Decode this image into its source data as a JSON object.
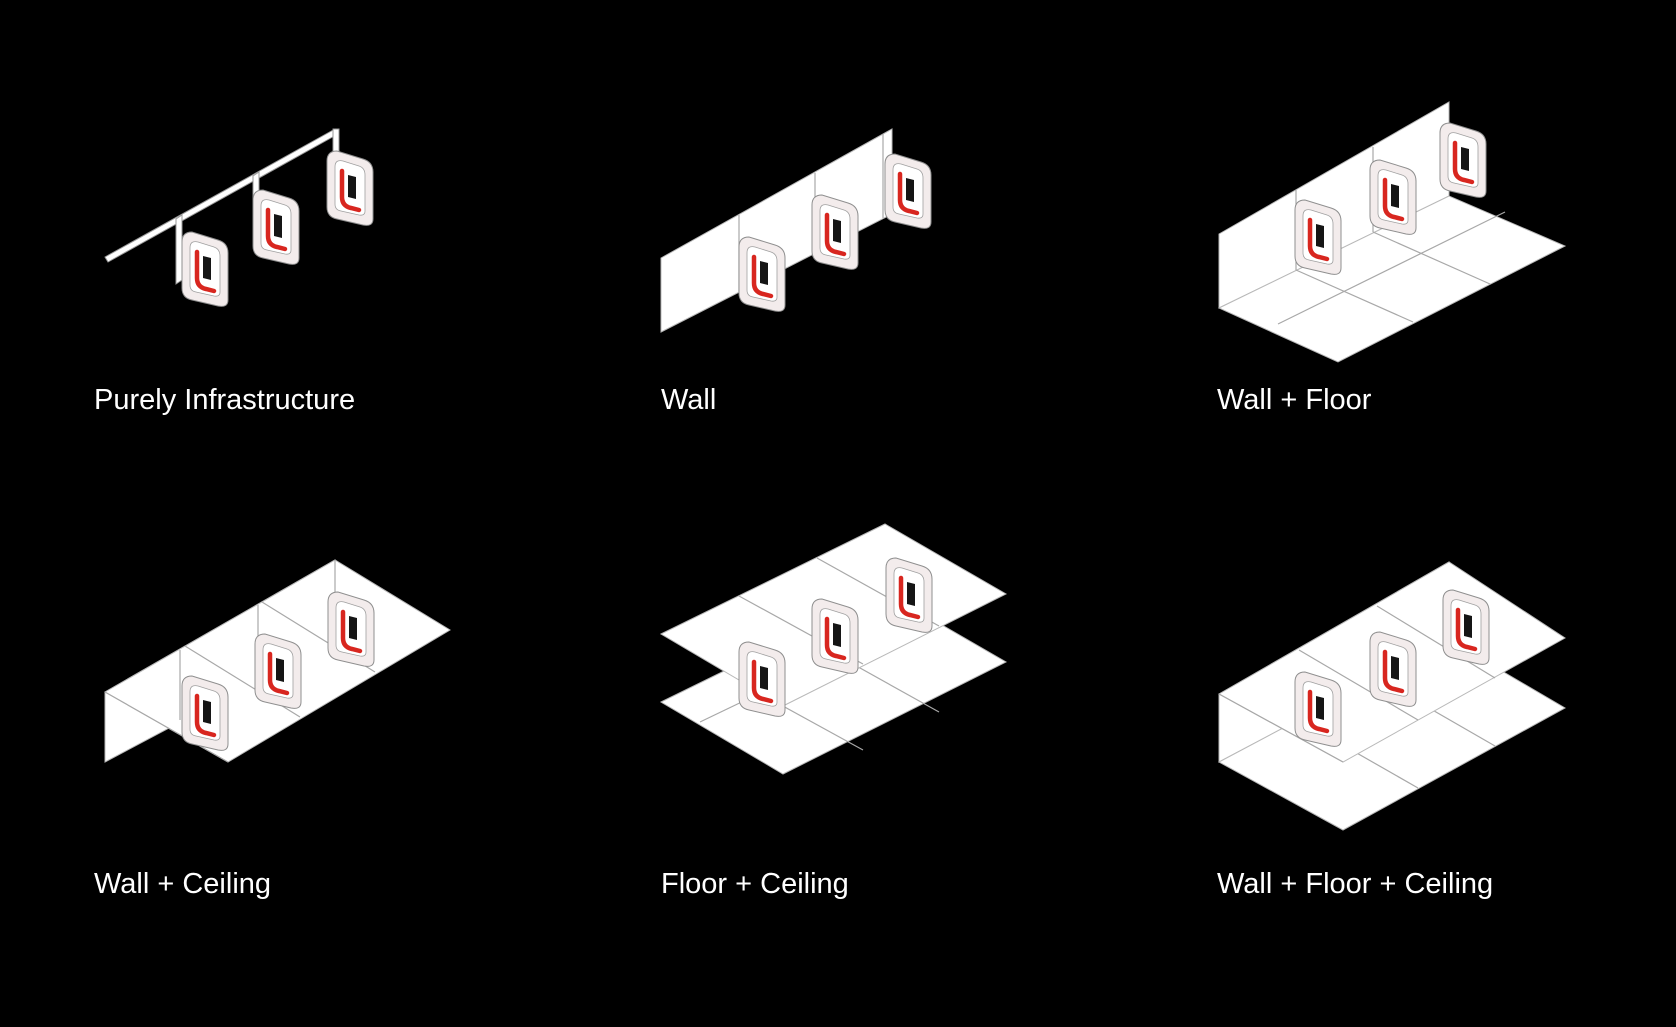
{
  "panels": [
    {
      "id": "pure-infrastructure",
      "caption": "Purely Infrastructure",
      "elements": [
        "rail",
        "chargers"
      ]
    },
    {
      "id": "wall",
      "caption": "Wall",
      "elements": [
        "wall",
        "chargers"
      ]
    },
    {
      "id": "wall-floor",
      "caption": "Wall + Floor",
      "elements": [
        "wall",
        "floor",
        "chargers"
      ]
    },
    {
      "id": "wall-ceiling",
      "caption": "Wall + Ceiling",
      "elements": [
        "wall",
        "ceiling",
        "chargers"
      ]
    },
    {
      "id": "floor-ceiling",
      "caption": "Floor + Ceiling",
      "elements": [
        "floor",
        "ceiling",
        "chargers"
      ]
    },
    {
      "id": "wall-floor-ceiling",
      "caption": "Wall + Floor + Ceiling",
      "elements": [
        "wall",
        "floor",
        "ceiling",
        "chargers"
      ]
    }
  ],
  "colors": {
    "background": "#000000",
    "surface": "#ffffff",
    "charger_accent": "#d8261f",
    "caption_text": "#ffffff"
  },
  "icons": {
    "charger": "charger-unit-icon"
  }
}
